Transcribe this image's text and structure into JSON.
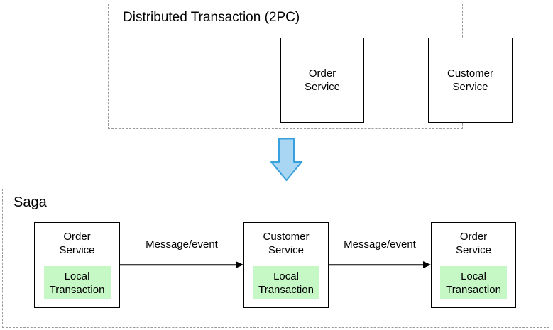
{
  "two_pc": {
    "title": "Distributed Transaction (2PC)",
    "boxes": [
      {
        "label": "Order\nService"
      },
      {
        "label": "Customer\nService"
      }
    ]
  },
  "saga": {
    "title": "Saga",
    "services": [
      {
        "label": "Order\nService",
        "local": "Local\nTransaction"
      },
      {
        "label": "Customer\nService",
        "local": "Local\nTransaction"
      },
      {
        "label": "Order\nService",
        "local": "Local\nTransaction"
      }
    ],
    "arrows": [
      {
        "label": "Message/event"
      },
      {
        "label": "Message/event"
      }
    ]
  },
  "colors": {
    "background": "#ffffff",
    "text": "#000000",
    "dashed_border": "#999999",
    "solid_border": "#000000",
    "local_transaction_fill": "#c6f8c5",
    "down_arrow_fill": "#a9d6f2",
    "down_arrow_stroke": "#38a0dc"
  }
}
